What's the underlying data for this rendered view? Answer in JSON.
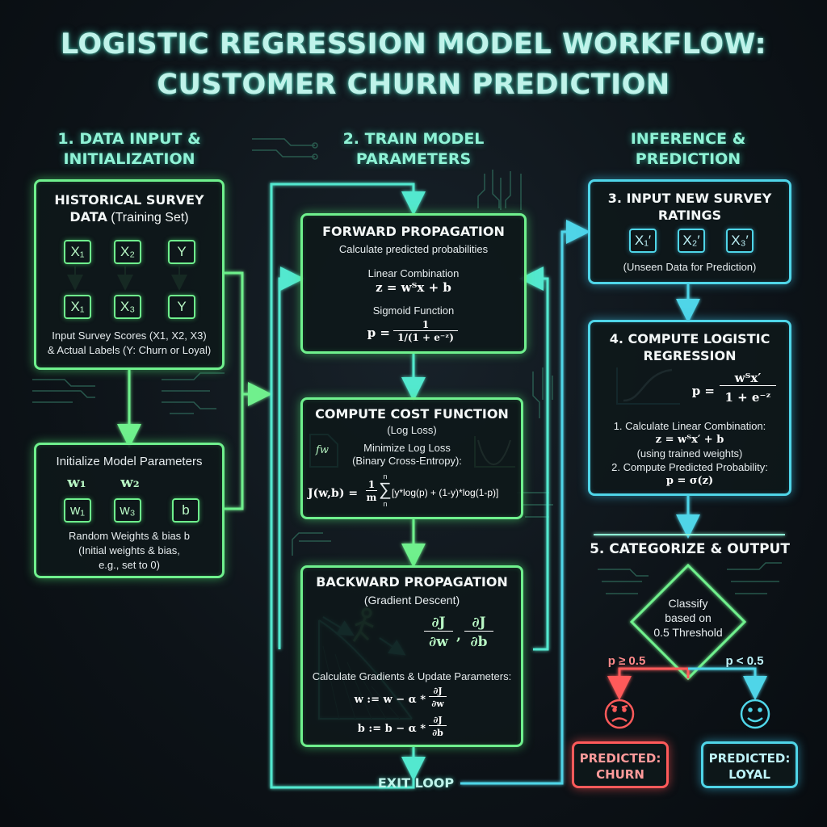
{
  "title": {
    "line1": "LOGISTIC REGRESSION MODEL WORKFLOW:",
    "line2": "CUSTOMER CHURN PREDICTION"
  },
  "columns": {
    "col1": {
      "line1": "1. DATA INPUT &",
      "line2": "INITIALIZATION"
    },
    "col2": {
      "line1": "2. TRAIN MODEL",
      "line2": "PARAMETERS"
    },
    "col3": {
      "line1": "INFERENCE &",
      "line2": "PREDICTION"
    }
  },
  "historical": {
    "title1": "HISTORICAL SURVEY",
    "title2": "DATA",
    "title2_suffix": " (Training Set)",
    "row1": [
      "X₁",
      "X₂",
      "Y"
    ],
    "row2": [
      "X₁",
      "X₃",
      "Y"
    ],
    "caption1": "Input Survey Scores (X1, X2, X3)",
    "caption2": "& Actual Labels (Y: Churn or Loyal)"
  },
  "init": {
    "title": "Initialize Model Parameters",
    "labels": [
      "w₁",
      "w₂"
    ],
    "chips": [
      "w₁",
      "w₃",
      "b"
    ],
    "caption1": "Random Weights & bias b",
    "caption2": "(Initial weights & bias,",
    "caption3": "e.g., set to 0)"
  },
  "forward": {
    "title": "FORWARD PROPAGATION",
    "subtitle": "Calculate predicted probabilities",
    "lin_label": "Linear Combination",
    "lin_formula": "z = wᵀx + b",
    "sig_label": "Sigmoid Function",
    "sig_lhs": "p =",
    "sig_num": "1",
    "sig_den": "1/(1 + e⁻ᶻ)"
  },
  "cost": {
    "title": "COMPUTE COST FUNCTION",
    "subtitle": "(Log Loss)",
    "icon_text": "fw",
    "min1": "Minimize Log Loss",
    "min2": "(Binary Cross-Entropy):",
    "lhs": "J(w,b) =",
    "frac_num": "1",
    "frac_den": "m",
    "sum_top": "n",
    "sum_bottom": "n",
    "body": "[y*log(p) + (1-y)*log(1-p)]"
  },
  "backward": {
    "title": "BACKWARD PROPAGATION",
    "subtitle": "(Gradient Descent)",
    "grad_w_num": "∂J",
    "grad_w_den": "∂w",
    "grad_b_num": "∂J",
    "grad_b_den": "∂b",
    "comma": ",",
    "caption": "Calculate Gradients & Update Parameters:",
    "upd_w": "w := w − α *",
    "upd_b": "b := b − α *",
    "upd_w_num": "∂J",
    "upd_w_den": "∂w",
    "upd_b_num": "∂J",
    "upd_b_den": "∂b"
  },
  "exit_label": "EXIT LOOP",
  "input_new": {
    "title1": "3. INPUT NEW SURVEY",
    "title2": "RATINGS",
    "chips": [
      "X₁′",
      "X₂′",
      "X₃′"
    ],
    "caption": "(Unseen Data for Prediction)"
  },
  "compute": {
    "title1": "4. COMPUTE LOGISTIC",
    "title2": "REGRESSION",
    "p_lhs": "p =",
    "p_num": "wᵀx′",
    "p_den": "1 + e⁻ᶻ",
    "step1": "1. Calculate Linear Combination:",
    "step1_formula": "z = wᵀx′ + b",
    "step1_note": "(using trained weights)",
    "step2": "2. Compute Predicted Probability:",
    "step2_formula": "p = σ(z)"
  },
  "categorize": {
    "title": "5. CATEGORIZE & OUTPUT",
    "diamond1": "Classify",
    "diamond2": "based on",
    "diamond3": "0.5 Threshold",
    "left_cond": "p ≥ 0.5",
    "right_cond": "p < 0.5",
    "churn1": "PREDICTED:",
    "churn2": "CHURN",
    "loyal1": "PREDICTED:",
    "loyal2": "LOYAL"
  },
  "colors": {
    "green": "#6ff08d",
    "teal": "#52e8cf",
    "cyan": "#4fd5e8",
    "red": "#ff5a5a"
  },
  "icons": [
    "gradient-descent-icon",
    "cost-curve-icon",
    "sigmoid-curve-icon",
    "sad-face-icon",
    "happy-face-icon",
    "document-icon"
  ]
}
